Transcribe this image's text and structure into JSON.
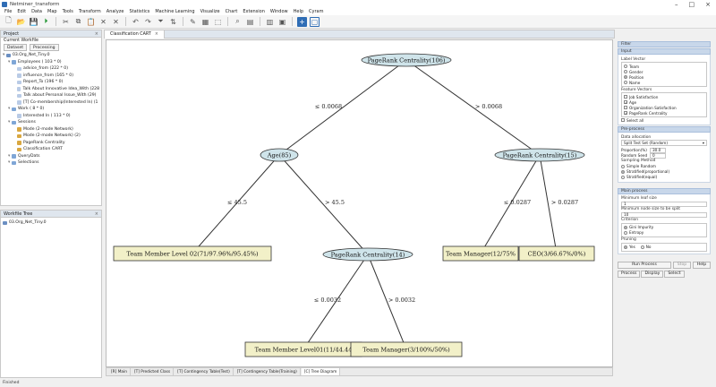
{
  "window": {
    "title": "Netminer_transform",
    "controls": [
      "–",
      "□",
      "×"
    ]
  },
  "menu": [
    "File",
    "Edit",
    "Data",
    "Map",
    "Tools",
    "Transform",
    "Analyze",
    "Statistics",
    "Machine Learning",
    "Visualize",
    "Chart",
    "Extension",
    "Window",
    "Help",
    "Cyram"
  ],
  "project_panel": {
    "tab": "Project",
    "section": "Current Workfile",
    "subtabs": [
      "Dataset",
      "Processing"
    ],
    "tree": [
      {
        "label": "03.Org_Net_Tiny.0",
        "level": 0,
        "kind": "db"
      },
      {
        "label": "Employees  ( 103 * 0)",
        "level": 1,
        "kind": "node"
      },
      {
        "label": "advice_from (222 * 0)",
        "level": 2,
        "kind": "leaf"
      },
      {
        "label": "influence_from (165 * 0)",
        "level": 2,
        "kind": "leaf"
      },
      {
        "label": "Report_To (196 * 0)",
        "level": 2,
        "kind": "leaf"
      },
      {
        "label": "Talk About Innovative Idea_With (228",
        "level": 2,
        "kind": "leaf"
      },
      {
        "label": "Talk about Personal Issue_With (29)",
        "level": 2,
        "kind": "leaf"
      },
      {
        "label": "[T] Co-membership(Interested In) (1",
        "level": 2,
        "kind": "leaf"
      },
      {
        "label": "Work  ( 8 * 0)",
        "level": 1,
        "kind": "node"
      },
      {
        "label": "Interested In  ( 113 * 0)",
        "level": 2,
        "kind": "leaf"
      },
      {
        "label": "Sessions",
        "level": 1,
        "kind": "node"
      },
      {
        "label": "Mode (2-mode Network)",
        "level": 2,
        "kind": "proc"
      },
      {
        "label": "Mode (2-mode Network) (2)",
        "level": 2,
        "kind": "proc"
      },
      {
        "label": "PageRank Centrality",
        "level": 2,
        "kind": "proc"
      },
      {
        "label": "Classification CART",
        "level": 2,
        "kind": "proc"
      },
      {
        "label": "QueryDats",
        "level": 1,
        "kind": "node"
      },
      {
        "label": "Selections",
        "level": 1,
        "kind": "node"
      }
    ]
  },
  "workfile_tree": {
    "tab": "Workfile Tree",
    "items": [
      "03.Org_Net_Tiny.0"
    ]
  },
  "editor": {
    "tab": "Classification CART",
    "bottom_tabs": [
      "[R] Main",
      "[T] Predicted Class",
      "[T] Contingency Table(Test)",
      "[T] Contingency Table(Training)",
      "[C] Tree Diagram"
    ],
    "active_bottom_tab": 4
  },
  "tree_diagram": {
    "internal_nodes": [
      {
        "id": "root",
        "label": "PageRank Centrality(106)"
      },
      {
        "id": "age",
        "label": "Age(85)"
      },
      {
        "id": "pr15",
        "label": "PageRank Centrality(15)"
      },
      {
        "id": "pr14",
        "label": "PageRank Centrality(14)"
      }
    ],
    "leaves": [
      {
        "id": "l1",
        "label": "Team Member Level 02(71/97.96%/95.45%)"
      },
      {
        "id": "l2",
        "label": "Team Manager(12/75%"
      },
      {
        "id": "l3",
        "label": "CEO(3/66.67%/0%)"
      },
      {
        "id": "l4",
        "label": "Team Member Level01(11/44.44"
      },
      {
        "id": "l5",
        "label": "Team Manager(3/100%/50%)"
      }
    ],
    "edges": [
      {
        "label": "≤ 0.0068"
      },
      {
        "label": "> 0.0068"
      },
      {
        "label": "≤ 45.5"
      },
      {
        "label": "> 45.5"
      },
      {
        "label": "≤ 0.0287"
      },
      {
        "label": "> 0.0287"
      },
      {
        "label": "≤ 0.0032"
      },
      {
        "label": "> 0.0032"
      }
    ]
  },
  "right_panel": {
    "filter_header": "Filter",
    "input_header": "Input",
    "label_vector_label": "Label Vector",
    "label_vector_options": [
      {
        "label": "Team",
        "selected": false
      },
      {
        "label": "Gender",
        "selected": false
      },
      {
        "label": "Position",
        "selected": true
      },
      {
        "label": "Name",
        "selected": false
      }
    ],
    "feature_vectors_label": "Feature Vectors",
    "feature_vectors": [
      {
        "label": "Job Satisfaction",
        "checked": false
      },
      {
        "label": "Age",
        "checked": true
      },
      {
        "label": "Organization Satisfaction",
        "checked": false
      },
      {
        "label": "PageRank Centrality",
        "checked": true
      }
    ],
    "select_all_label": "Select all",
    "preprocess_header": "Pre-process",
    "data_allocation_label": "Data allocation",
    "data_allocation_value": "Split Test Set (Random)",
    "proportion_label": "Proportion(%)",
    "proportion_value": "30.0",
    "random_seed_label": "Random Seed",
    "random_seed_value": "0",
    "sampling_method_label": "Sampling Method",
    "sampling_options": [
      {
        "label": "Simple Random",
        "selected": false
      },
      {
        "label": "Stratified(proportional)",
        "selected": true
      },
      {
        "label": "Stratified(equal)",
        "selected": false
      }
    ],
    "main_process_header": "Main process",
    "min_leaf_label": "Minimum leaf size",
    "min_leaf_value": "1",
    "min_node_label": "Minimum node size to be split",
    "min_node_value": "10",
    "criterion_label": "Criterion",
    "criterion_options": [
      {
        "label": "Gini Impurity",
        "selected": true
      },
      {
        "label": "Entropy",
        "selected": false
      }
    ],
    "pruning_label": "Pruning",
    "pruning_options": [
      {
        "label": "Yes",
        "selected": true
      },
      {
        "label": "No",
        "selected": false
      }
    ],
    "run_button": "Run Process",
    "stop_button": "Stop",
    "help_button": "Help",
    "bottom_tabs": [
      "Process",
      "Display",
      "Select"
    ]
  },
  "status": {
    "text": "Finished"
  }
}
